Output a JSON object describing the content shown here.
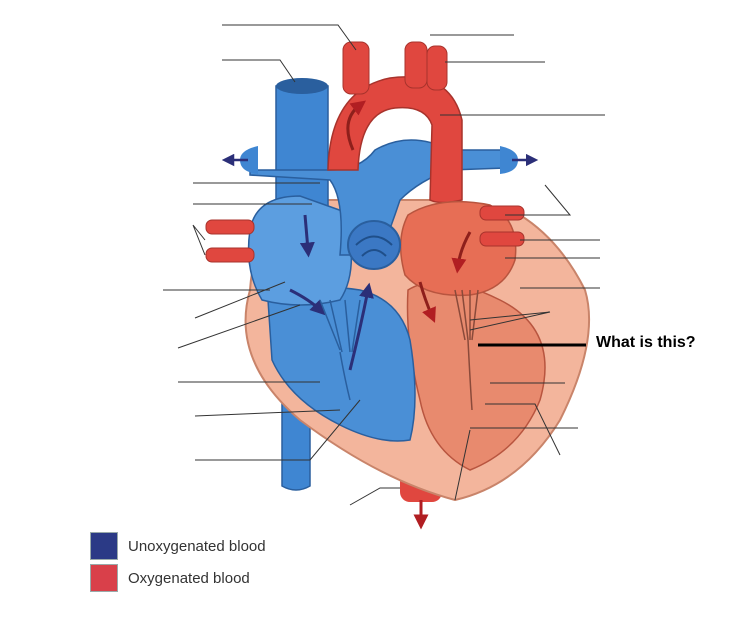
{
  "question": {
    "text": "What is this?"
  },
  "legend": [
    {
      "label": "Unoxygenated blood",
      "color": "#2b3a86"
    },
    {
      "label": "Oxygenated blood",
      "color": "#d9404a"
    }
  ],
  "colors": {
    "deoxygenated": "#4a8fd6",
    "deoxygenated_dark": "#2f6fb8",
    "oxygenated": "#e0473f",
    "oxygenated_light": "#f0a58a",
    "myocardium": "#f3b59c",
    "arrow": "#2b2f78"
  }
}
